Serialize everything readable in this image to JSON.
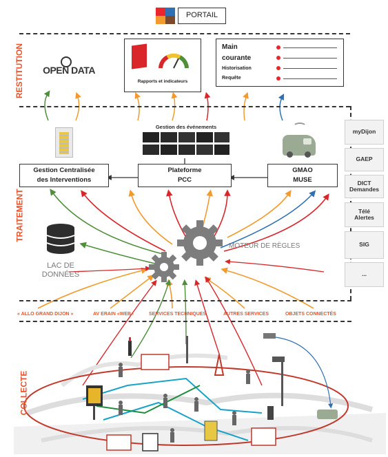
{
  "portal": {
    "label": "PORTAIL"
  },
  "sections": {
    "restitution": "RESTITUTION",
    "traitement": "TRAITEMENT",
    "collecte": "COLLECTE"
  },
  "restitution": {
    "opendata": "OPEN DATA",
    "rapports_label": "Rapports et indicateurs",
    "main_courante": [
      "Main",
      "courante",
      "Historisation",
      "Requête"
    ]
  },
  "traitement": {
    "gestion_evenements": "Gestion des événements",
    "gci": [
      "Gestion Centralisée",
      "des Interventions"
    ],
    "pcc": [
      "Plateforme",
      "PCC"
    ],
    "gmao": [
      "GMAO",
      "MUSE"
    ],
    "moteur": "MOTEUR DE RÈGLES",
    "lac": [
      "LAC DE",
      "DONNÉES"
    ]
  },
  "side_panel": [
    {
      "label": "myDijon"
    },
    {
      "label": "GAEP"
    },
    {
      "label": "DICT Demandes"
    },
    {
      "label": "Télé Alertes"
    },
    {
      "label": "SIG"
    },
    {
      "label": "..."
    }
  ],
  "sources": [
    "« ALLO GRAND DIJON »",
    "AV ERAIN «WEB»",
    "SERVICES TECHNIQUES",
    "AUTRES SERVICES",
    "OBJETS CONNECTÉS"
  ],
  "colors": {
    "accent": "#e8542c",
    "red": "#d8262b",
    "orange": "#f29a2e",
    "green": "#4f8f3a",
    "blue": "#2f6fb3",
    "gear": "#7d7d7d"
  }
}
